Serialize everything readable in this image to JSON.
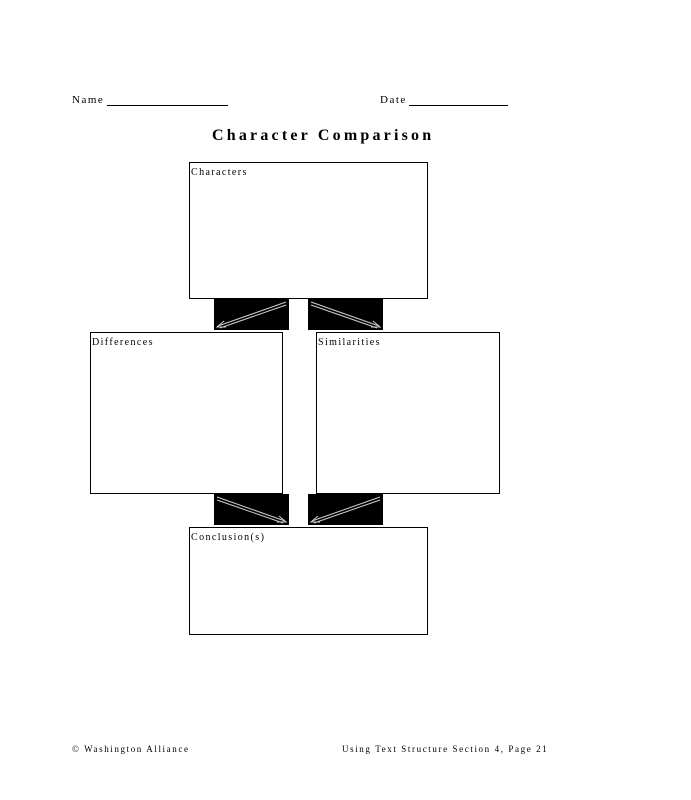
{
  "header": {
    "name_label": "Name",
    "date_label": "Date"
  },
  "title": "Character Comparison",
  "boxes": {
    "characters": "Characters",
    "differences": "Differences",
    "similarities": "Similarities",
    "conclusions": "Conclusion(s)"
  },
  "footer": {
    "left": "© Washington Alliance",
    "right": "Using Text Structure Section 4, Page 21"
  },
  "colors": {
    "ink": "#000000",
    "paper": "#ffffff",
    "arrow_line": "#cfcfcf"
  }
}
